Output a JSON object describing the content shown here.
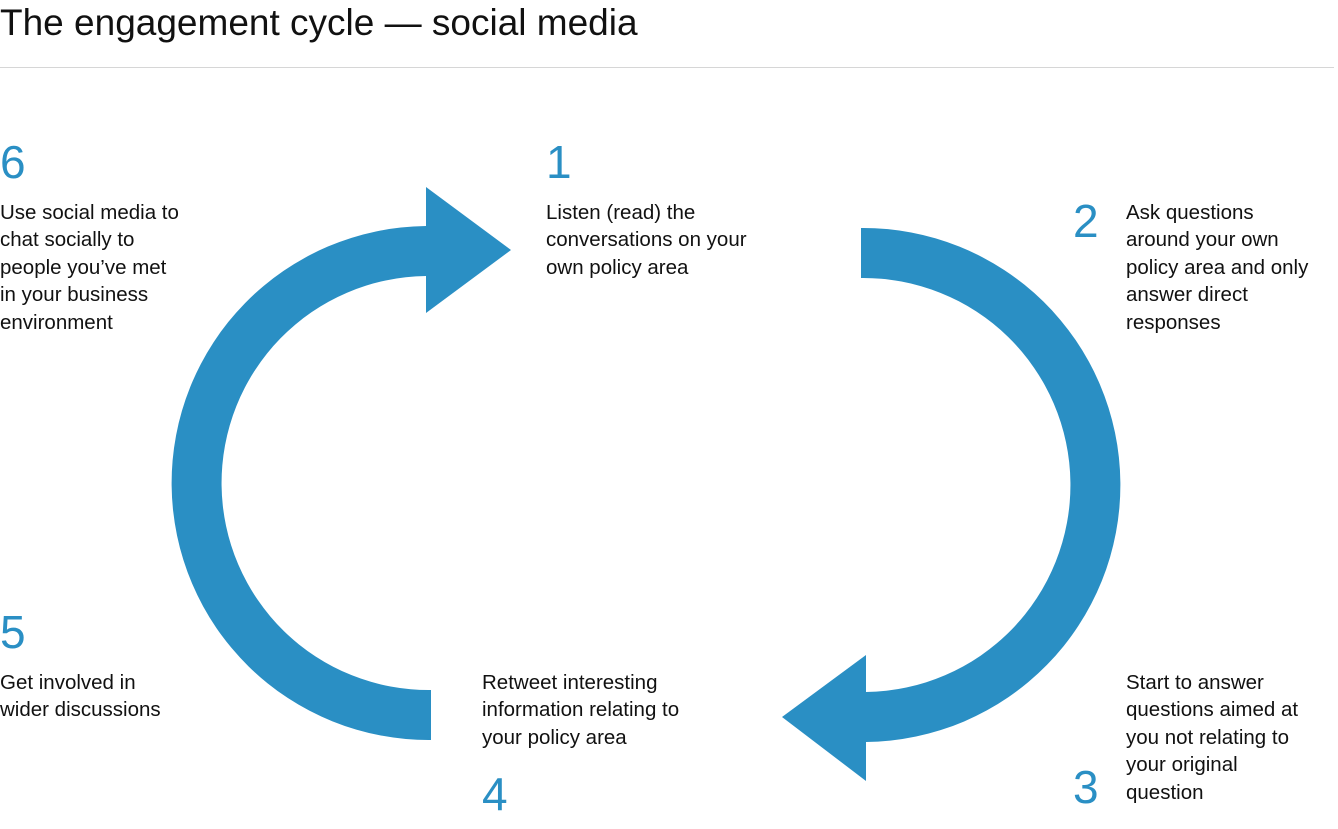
{
  "title": "The engagement cycle — social media",
  "accent_color": "#2a8fc4",
  "steps": [
    {
      "number": "1",
      "lines": [
        "Listen (read) the",
        "conversations on your",
        "own policy area"
      ]
    },
    {
      "number": "2",
      "lines": [
        "Ask questions",
        "around your own",
        "policy area and only",
        "answer direct",
        "responses"
      ]
    },
    {
      "number": "3",
      "lines": [
        "Start to answer",
        "questions aimed at",
        "you not relating to",
        "your original",
        "question"
      ]
    },
    {
      "number": "4",
      "lines": [
        "Retweet interesting",
        "information relating to",
        "your policy area"
      ]
    },
    {
      "number": "5",
      "lines": [
        "Get involved in",
        "wider discussions"
      ]
    },
    {
      "number": "6",
      "lines": [
        "Use social media to",
        "chat socially to",
        "people you’ve met",
        "in your business",
        "environment"
      ]
    }
  ]
}
